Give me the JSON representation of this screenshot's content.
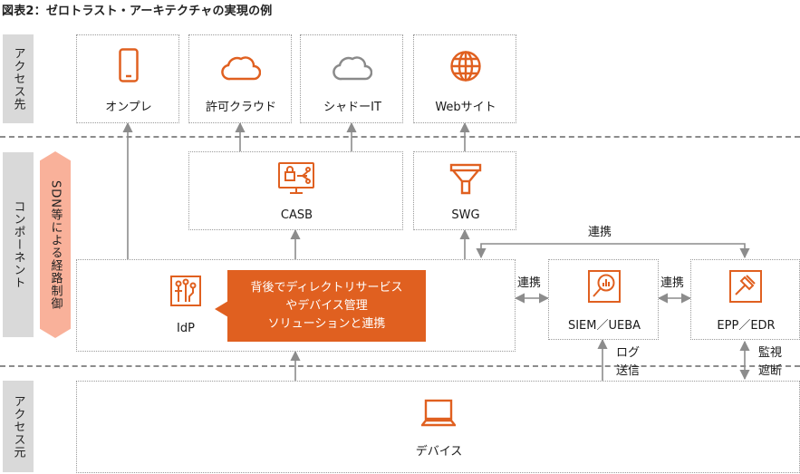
{
  "title": "図表2：ゼロトラスト・アーキテクチャの実現の例",
  "bands": {
    "access_dest": "アクセス先",
    "components": "コンポーネント",
    "access_src": "アクセス元"
  },
  "sdn_label": "SDN等による経路制御",
  "destinations": [
    {
      "label": "オンプレ",
      "icon": "smartphone-icon"
    },
    {
      "label": "許可クラウド",
      "icon": "cloud-icon"
    },
    {
      "label": "シャドーIT",
      "icon": "cloud-icon"
    },
    {
      "label": "Webサイト",
      "icon": "globe-icon"
    }
  ],
  "components": {
    "casb": "CASB",
    "swg": "SWG",
    "idp": "IdP",
    "siem": "SIEM／UEBA",
    "epp": "EPP／EDR"
  },
  "callout_lines": [
    "背後でディレクトリサービス",
    "やデバイス管理",
    "ソリューションと連携"
  ],
  "edge_labels": {
    "link_top": "連携",
    "link_idp_siem": "連携",
    "link_siem_epp": "連携",
    "log_send_1": "ログ",
    "log_send_2": "送信",
    "monitor_1": "監視",
    "monitor_2": "遮断"
  },
  "device": "デバイス",
  "colors": {
    "accent": "#e06020",
    "sdn": "#f9b19a",
    "band": "#d9d9d9",
    "line": "#8c8c8c",
    "icon_gray": "#8a8a8a"
  }
}
